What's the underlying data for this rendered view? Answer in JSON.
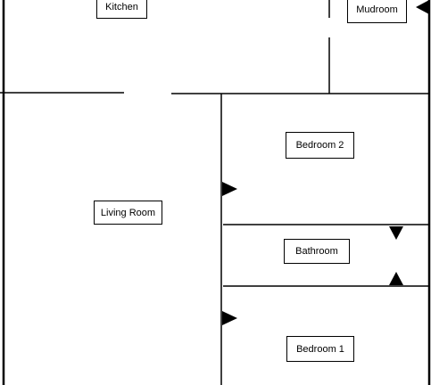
{
  "rooms": [
    {
      "id": "kitchen",
      "label": "Kitchen"
    },
    {
      "id": "mudroom",
      "label": "Mudroom"
    },
    {
      "id": "bedroom-2",
      "label": "Bedroom 2"
    },
    {
      "id": "living-room",
      "label": "Living Room"
    },
    {
      "id": "bathroom",
      "label": "Bathroom"
    },
    {
      "id": "bedroom-1",
      "label": "Bedroom 1"
    }
  ],
  "colors": {
    "wall": "#000000",
    "background": "#ffffff",
    "label_border": "#000000"
  }
}
